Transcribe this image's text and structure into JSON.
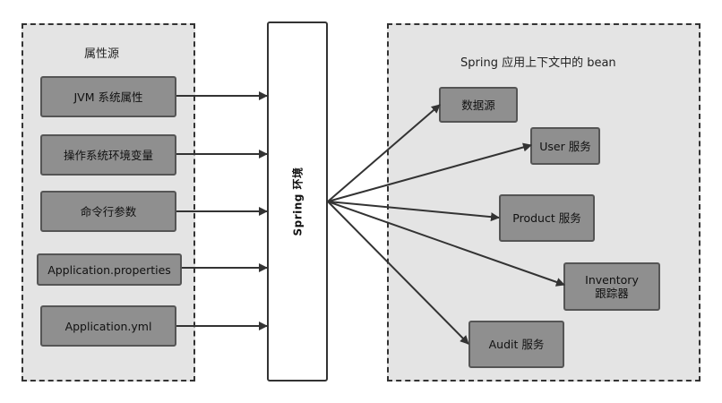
{
  "sources": {
    "title": "属性源",
    "items": [
      {
        "label": "JVM 系统属性"
      },
      {
        "label": "操作系统环境变量"
      },
      {
        "label": "命令行参数"
      },
      {
        "label": "Application.properties"
      },
      {
        "label": "Application.yml"
      }
    ]
  },
  "environment": {
    "label": "Spring 环境"
  },
  "beans": {
    "title": "Spring 应用上下文中的 bean",
    "items": [
      {
        "label": "数据源"
      },
      {
        "label": "User 服务"
      },
      {
        "label": "Product 服务"
      },
      {
        "label": "Inventory\n跟踪器"
      },
      {
        "label": "Audit 服务"
      }
    ]
  },
  "colors": {
    "panel": "#e4e4e4",
    "node": "#8f8f8f",
    "line": "#333333"
  }
}
